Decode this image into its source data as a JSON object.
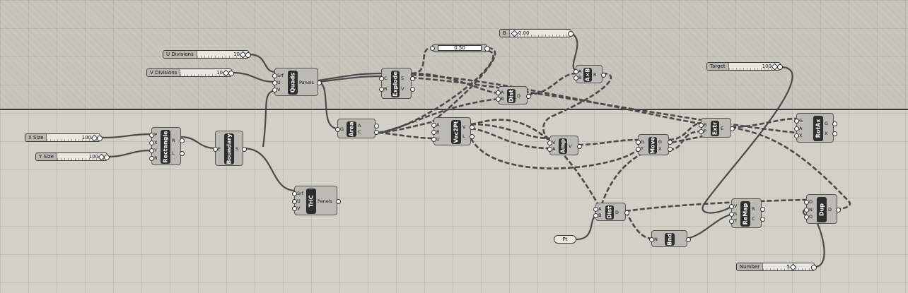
{
  "sliders": {
    "u_divisions": {
      "label": "U Divisions",
      "value": "10"
    },
    "v_divisions": {
      "label": "V Divisions",
      "value": "10"
    },
    "x_size": {
      "label": "X Size",
      "value": "100"
    },
    "y_size": {
      "label": "Y Size",
      "value": "100"
    },
    "b": {
      "label": "B",
      "value": "0.00"
    },
    "target": {
      "label": "Target",
      "value": "100"
    },
    "number": {
      "label": "Number",
      "value": "5"
    },
    "t_value": {
      "value": "0.50"
    }
  },
  "panels": {
    "pt": "Pt"
  },
  "components": {
    "quads": {
      "title": "Quads",
      "inputs": [
        "Srf",
        "U",
        "V"
      ],
      "outputs": [
        "Panels"
      ]
    },
    "explode": {
      "title": "Explode",
      "inputs": [
        "C",
        "R"
      ],
      "outputs": [
        "S",
        "V"
      ]
    },
    "axb": {
      "title": "A×B",
      "inputs": [
        "A",
        "B"
      ],
      "outputs": [
        "R"
      ]
    },
    "dist_top": {
      "title": "Dist",
      "inputs": [
        "A",
        "B"
      ],
      "outputs": [
        "D"
      ]
    },
    "area": {
      "title": "Area",
      "inputs": [
        "G"
      ],
      "outputs": [
        "A",
        "C"
      ]
    },
    "vec2pt": {
      "title": "Vec2Pt",
      "inputs": [
        "A",
        "B",
        "U"
      ],
      "outputs": [
        "V",
        "L"
      ]
    },
    "amp": {
      "title": "Amp",
      "inputs": [
        "V",
        "A"
      ],
      "outputs": [
        "V"
      ]
    },
    "move": {
      "title": "Move",
      "inputs": [
        "G",
        "T"
      ],
      "outputs": [
        "G",
        "X"
      ]
    },
    "extr": {
      "title": "Extr",
      "inputs": [
        "B",
        "P"
      ],
      "outputs": [
        "E"
      ]
    },
    "rotax": {
      "title": "RotAx",
      "inputs": [
        "G",
        "A",
        "X"
      ],
      "outputs": [
        "G",
        "X"
      ]
    },
    "rectangle": {
      "title": "Rectangle",
      "inputs": [
        "P",
        "X",
        "Y",
        "R"
      ],
      "outputs": [
        "R",
        "L"
      ]
    },
    "boundary": {
      "title": "Boundary",
      "inputs": [
        "E"
      ],
      "outputs": [
        "S"
      ]
    },
    "tric": {
      "title": "TriC",
      "inputs": [
        "Srf",
        "U",
        "V"
      ],
      "outputs": [
        "Panels"
      ]
    },
    "dist_bottom": {
      "title": "Dist",
      "inputs": [
        "A",
        "B"
      ],
      "outputs": [
        "D"
      ]
    },
    "bnd": {
      "title": "Bnd",
      "inputs": [
        "N"
      ],
      "outputs": [
        ""
      ]
    },
    "remap": {
      "title": "ReMap",
      "inputs": [
        "V",
        "S",
        "T"
      ],
      "outputs": [
        "R",
        "C"
      ]
    },
    "dup": {
      "title": "Dup",
      "inputs": [
        "D",
        "N",
        "O"
      ],
      "outputs": [
        "D"
      ]
    }
  }
}
